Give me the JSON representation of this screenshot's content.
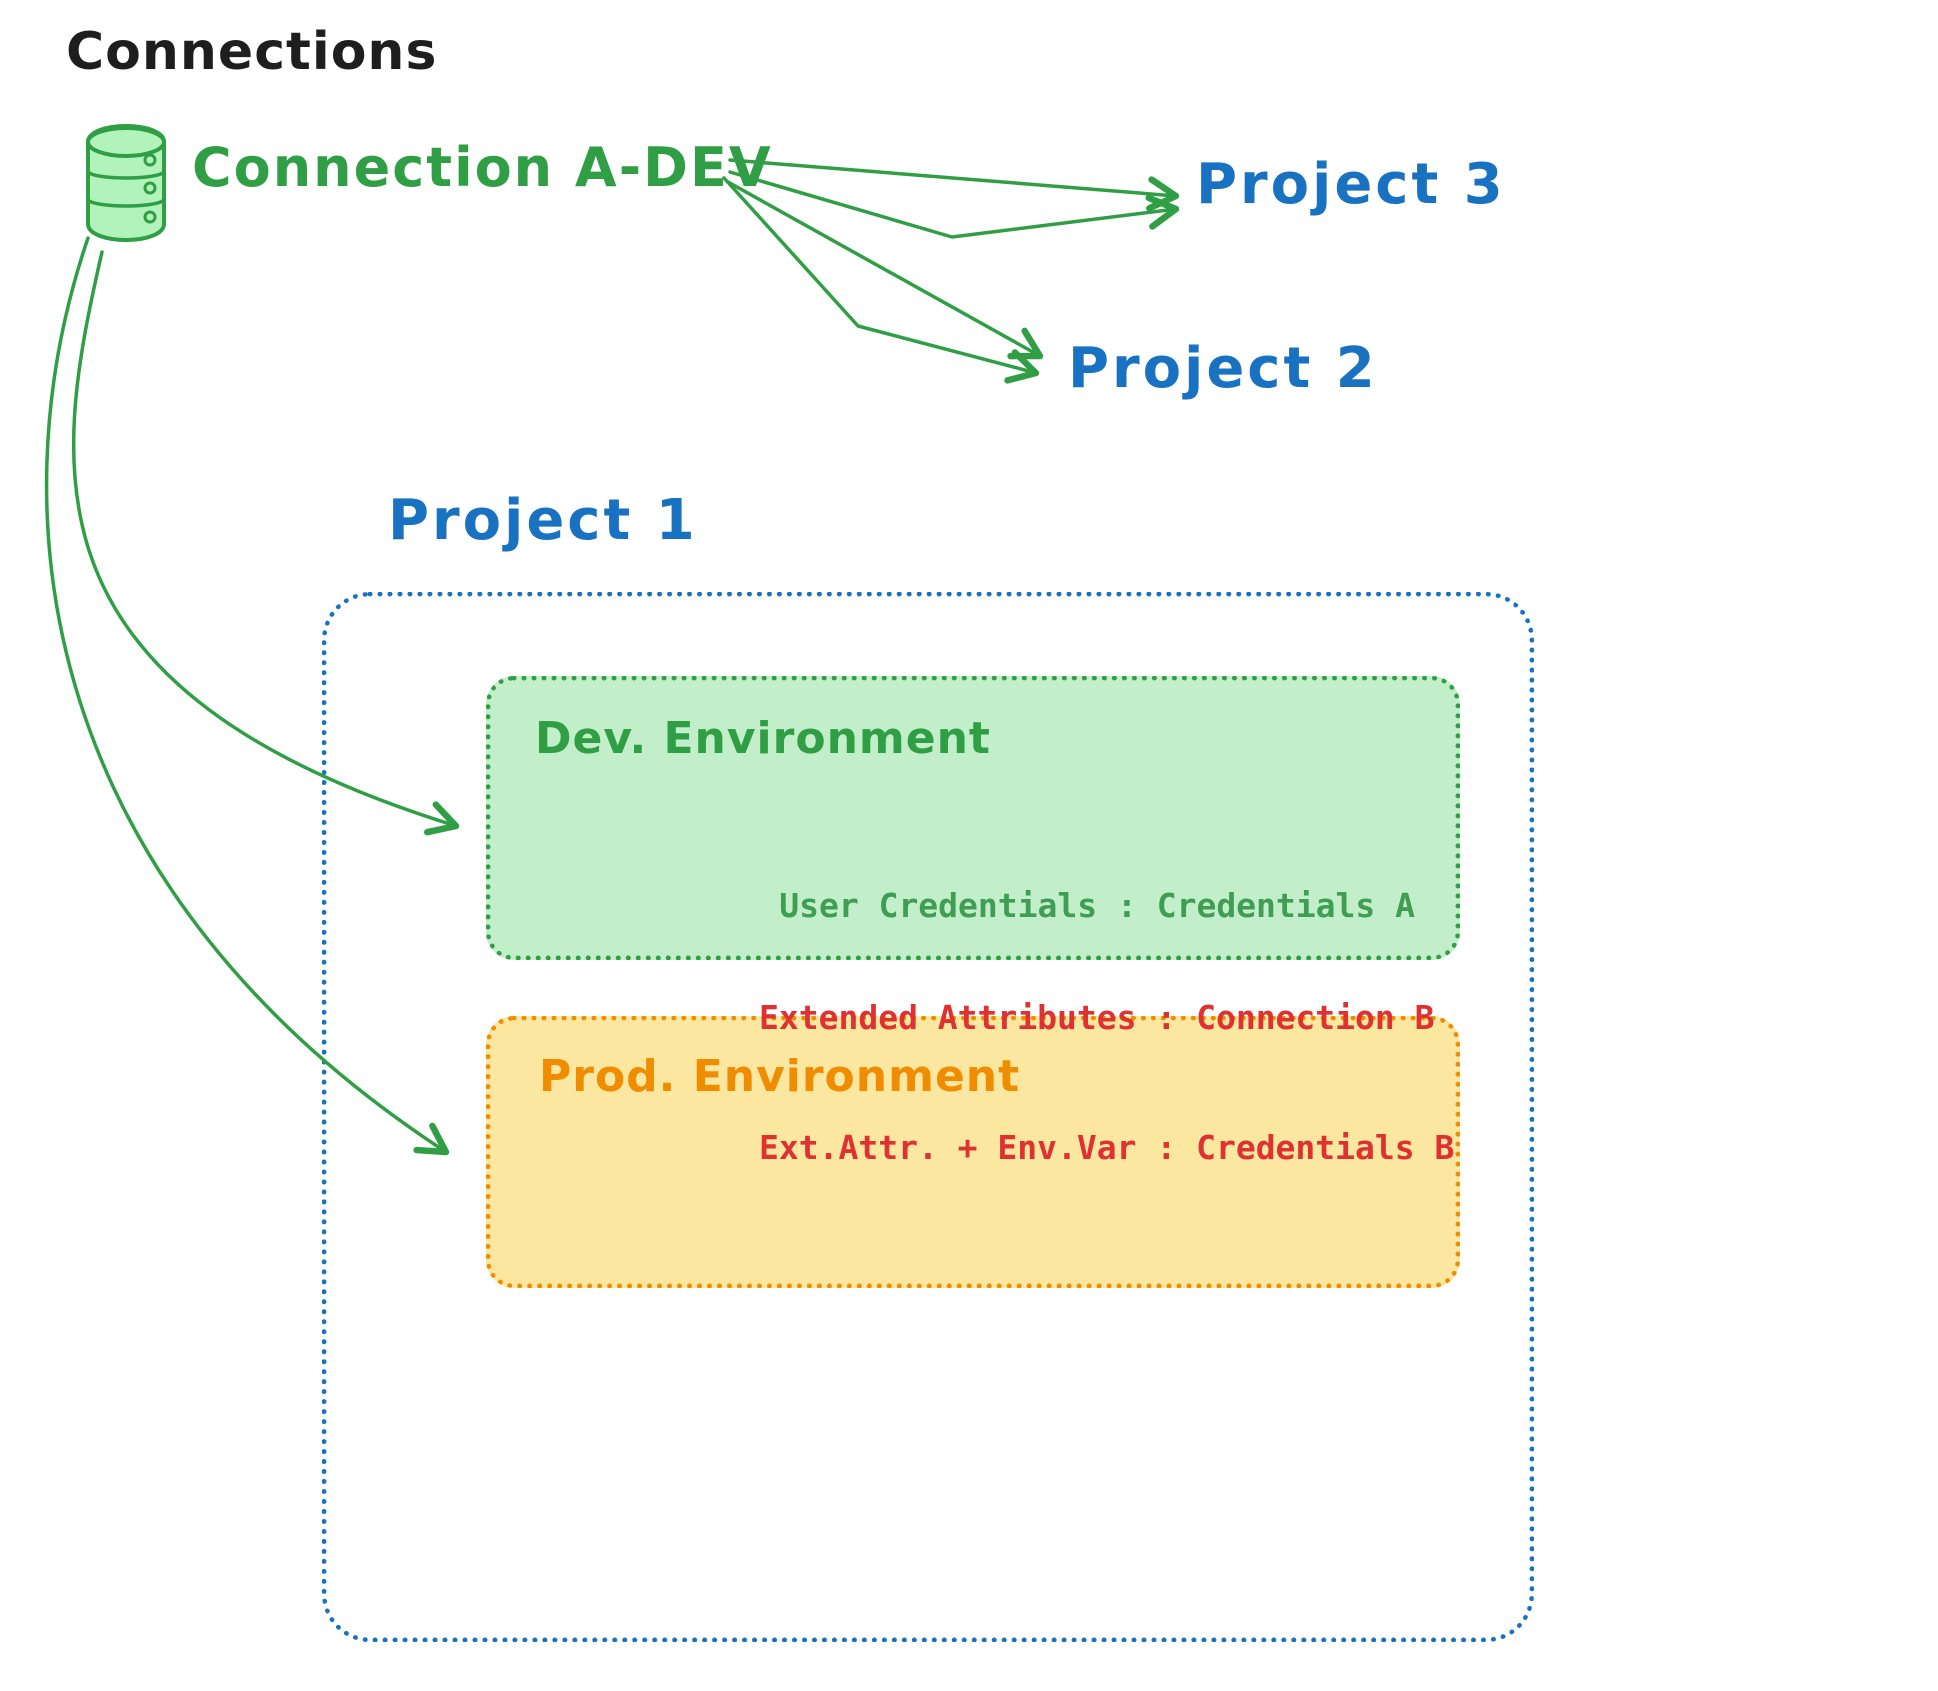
{
  "title": "Connections",
  "connection": {
    "label": "Connection A-DEV",
    "icon": "database-icon"
  },
  "projects": {
    "project1": "Project 1",
    "project2": "Project 2",
    "project3": "Project 3"
  },
  "dev_environment": {
    "title": "Dev. Environment",
    "credentials": "User Credentials : Credentials A"
  },
  "prod_environment": {
    "title": "Prod. Environment",
    "line1": "Extended Attributes : Connection B",
    "line2": "Ext.Attr. + Env.Var : Credentials B"
  },
  "colors": {
    "green": "#2f9e44",
    "light_green": "#c2eec9",
    "blue": "#1971c2",
    "orange": "#f08c00",
    "light_yellow": "#fbe7a0",
    "red": "#e03131",
    "black": "#1e1e1e"
  }
}
